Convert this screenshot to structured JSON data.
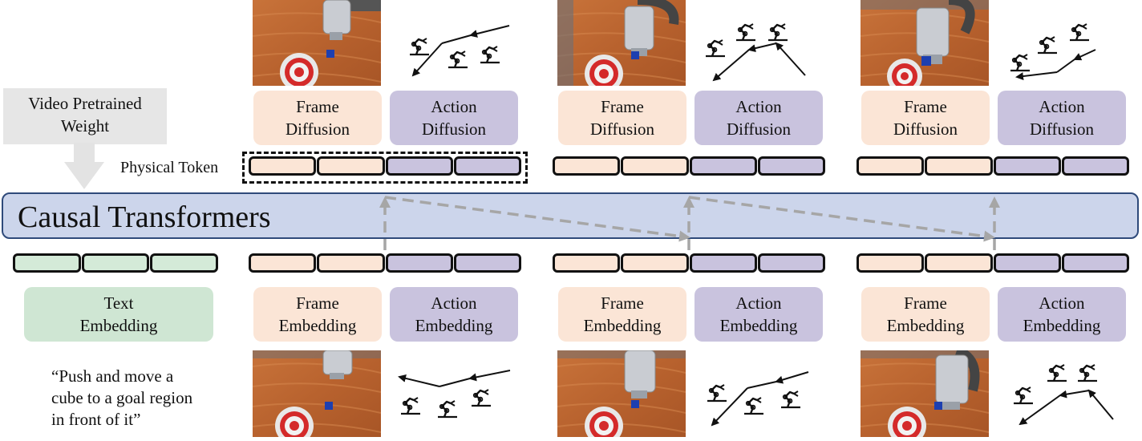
{
  "video_pretrained": {
    "label": "Video Pretrained\nWeight"
  },
  "physical_token": {
    "label": "Physical Token"
  },
  "transformer": {
    "label": "Causal Transformers"
  },
  "text_embedding": {
    "label": "Text\nEmbedding"
  },
  "instruction": {
    "text": "“Push and move a\ncube to a goal region\nin front of it”"
  },
  "top_labels": [
    {
      "frame": "Frame\nDiffusion",
      "action": "Action\nDiffusion"
    },
    {
      "frame": "Frame\nDiffusion",
      "action": "Action\nDiffusion"
    },
    {
      "frame": "Frame\nDiffusion",
      "action": "Action\nDiffusion"
    }
  ],
  "bottom_labels": [
    {
      "frame": "Frame\nEmbedding",
      "action": "Action\nEmbedding"
    },
    {
      "frame": "Frame\nEmbedding",
      "action": "Action\nEmbedding"
    },
    {
      "frame": "Frame\nEmbedding",
      "action": "Action\nEmbedding"
    }
  ],
  "colors": {
    "frame": "#fbe5d6",
    "action": "#c9c3de",
    "text": "#cfe6d3",
    "transformer": "#ccd5eb",
    "arrow": "#a6a6a6"
  }
}
